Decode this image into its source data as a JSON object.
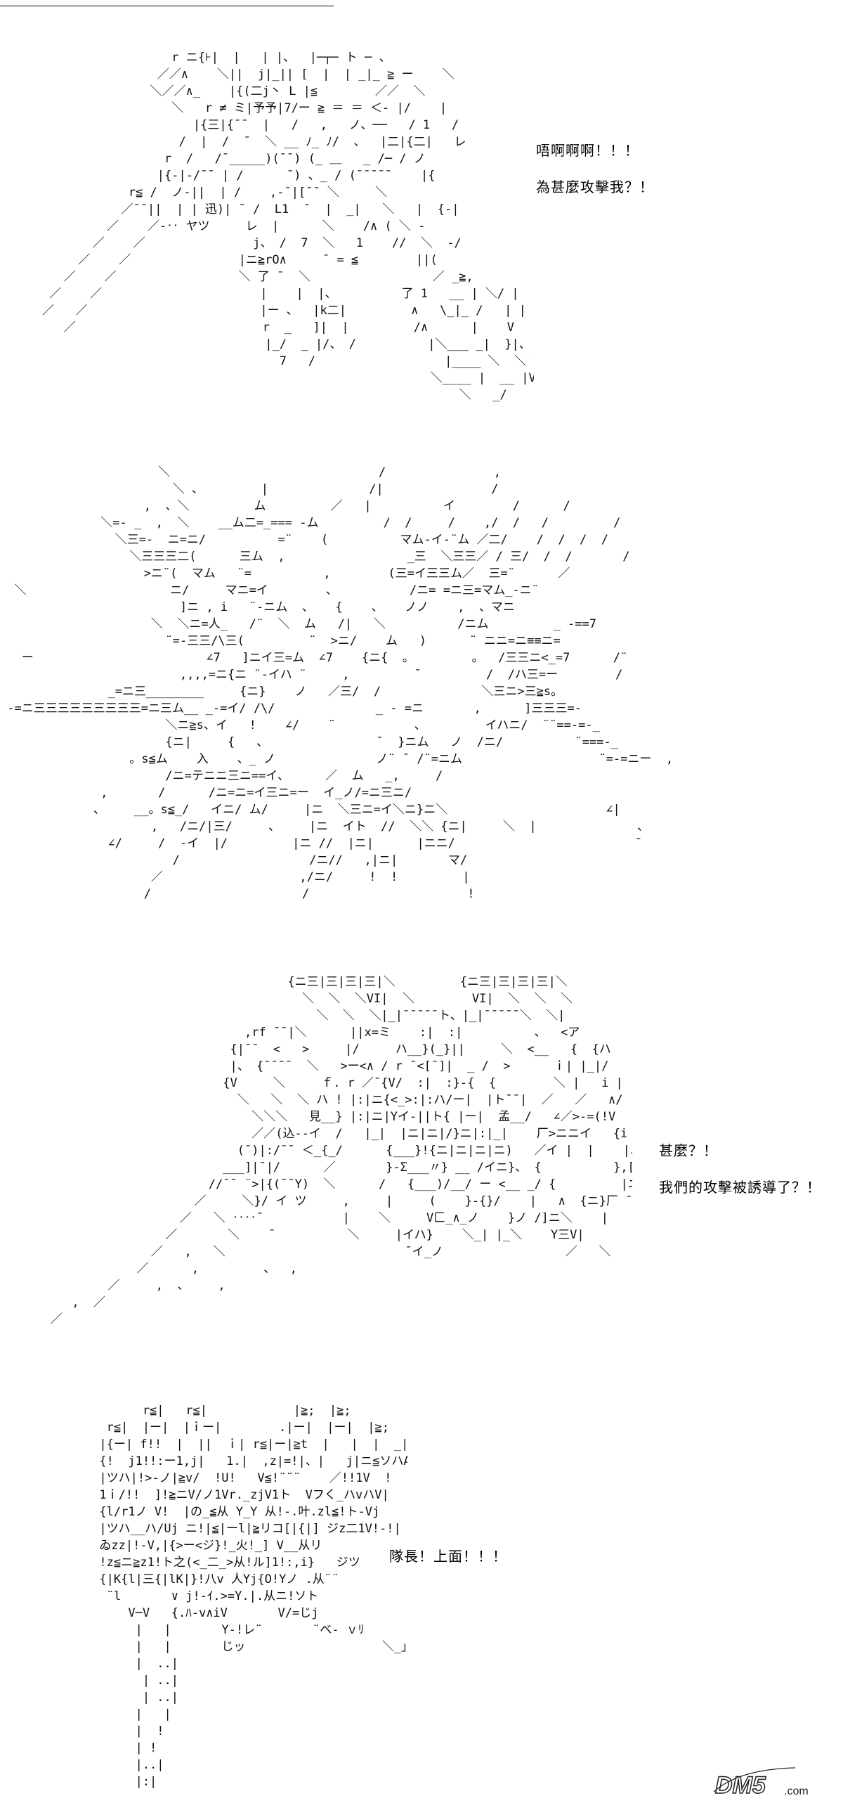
{
  "panels": [
    {
      "dialog": [
        "唔啊啊啊！！！",
        "為甚麼攻擊我？！"
      ]
    },
    {
      "dialog": []
    },
    {
      "dialog": [
        "甚麼？！",
        "我們的攻擊被誘導了？！"
      ]
    },
    {
      "dialog": [
        "隊長！上面！！！"
      ]
    }
  ],
  "watermark": {
    "text": "DM5",
    "suffix": ".com"
  },
  "colors": {
    "background": "#ffffff",
    "ink": "#000000",
    "watermark": "#222222"
  }
}
